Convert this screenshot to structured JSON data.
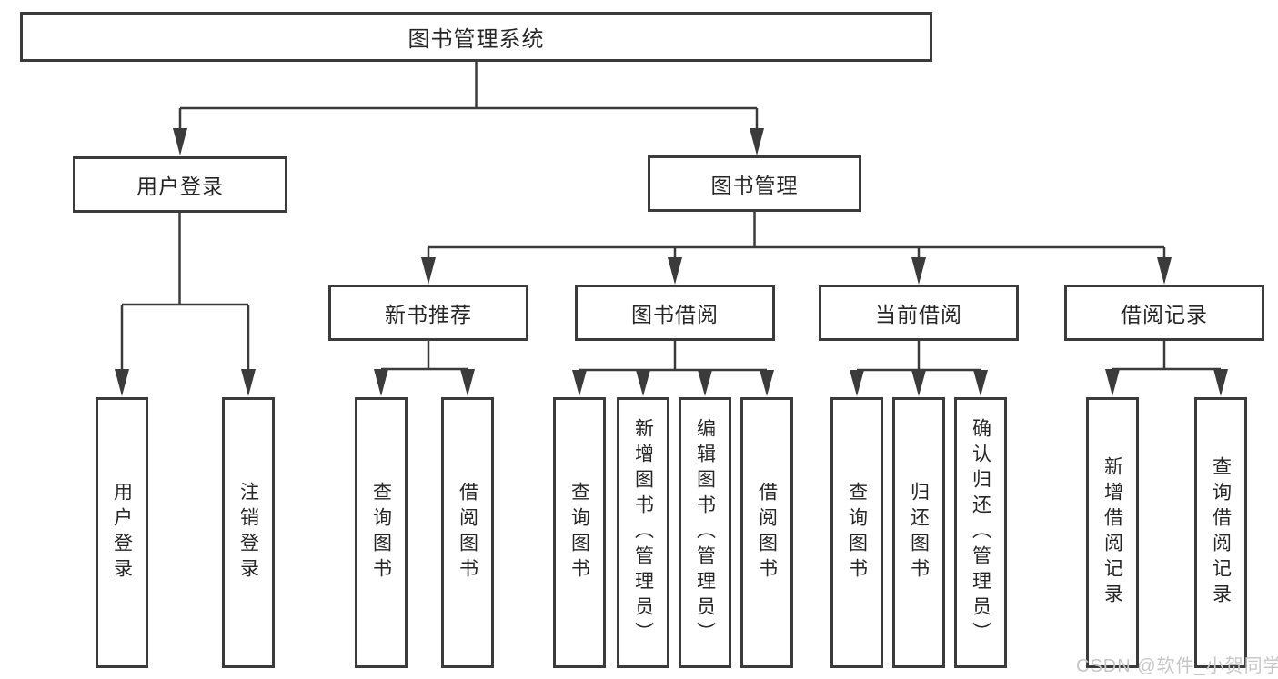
{
  "nodes": {
    "root": "图书管理系统",
    "user_login": "用户登录",
    "book_mgmt": "图书管理",
    "new_book_rec": "新书推荐",
    "book_borrow": "图书借阅",
    "current_borrow": "当前借阅",
    "borrow_record": "借阅记录",
    "leaf_user_login": "用户登录",
    "leaf_logout": "注销登录",
    "leaf_rec_query": "查询图书",
    "leaf_rec_borrow": "借阅图书",
    "leaf_bb_query": "查询图书",
    "leaf_bb_add": "新增图书（管理员）",
    "leaf_bb_edit": "编辑图书（管理员）",
    "leaf_bb_borrow": "借阅图书",
    "leaf_cb_query": "查询图书",
    "leaf_cb_return": "归还图书",
    "leaf_cb_confirm": "确认归还（管理员）",
    "leaf_br_add": "新增借阅记录",
    "leaf_br_query": "查询借阅记录"
  },
  "watermark": "CSDN @软件_小贺同学",
  "colors": {
    "line": "#3b3b3b",
    "text": "#262626",
    "watermark": "#c6c6c6",
    "background": "#ffffff"
  }
}
